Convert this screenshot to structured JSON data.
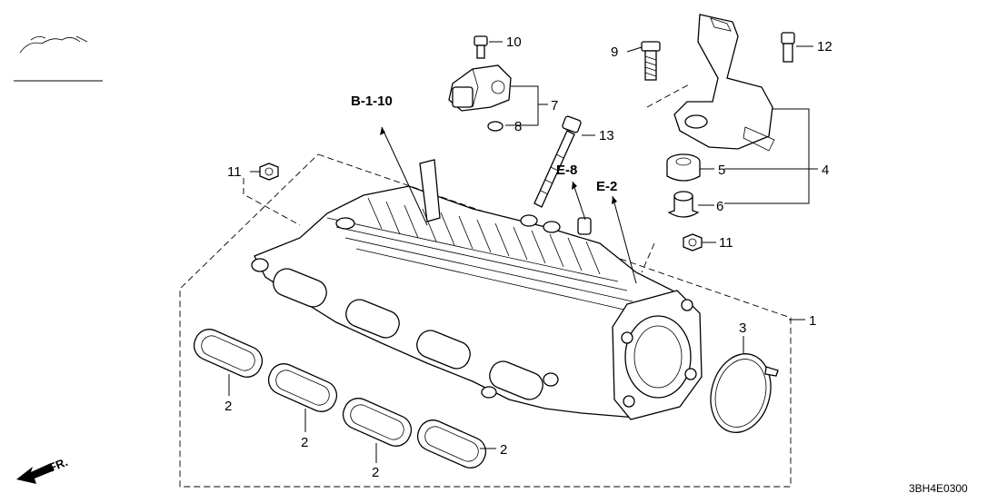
{
  "callouts": {
    "c1": "1",
    "c2a": "2",
    "c2b": "2",
    "c2c": "2",
    "c2d": "2",
    "c3": "3",
    "c4": "4",
    "c5": "5",
    "c6": "6",
    "c7": "7",
    "c8": "8",
    "c9": "9",
    "c10": "10",
    "c11a": "11",
    "c11b": "11",
    "c12": "12",
    "c13": "13"
  },
  "references": {
    "b110": "B-1-10",
    "e8": "E-8",
    "e2": "E-2"
  },
  "direction_label": "FR.",
  "diagram_code": "3BH4E0300"
}
